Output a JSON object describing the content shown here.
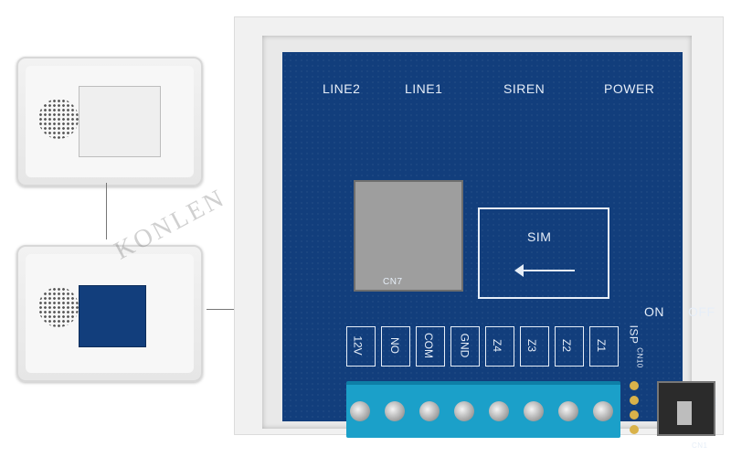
{
  "watermark": "KONLEN",
  "board": {
    "top_labels": [
      "LINE2",
      "LINE1",
      "SIREN",
      "POWER"
    ],
    "sim_label": "SIM",
    "sim_connector_label": "CN7",
    "switch_labels": {
      "on": "ON",
      "off": "OFF"
    },
    "isp_label": "ISP",
    "cn_labels": [
      "CN10",
      "CN1"
    ],
    "sw_label": "SW1",
    "terminal_labels": [
      "12V",
      "NO",
      "COM",
      "GND",
      "Z4",
      "Z3",
      "Z2",
      "Z1"
    ]
  }
}
